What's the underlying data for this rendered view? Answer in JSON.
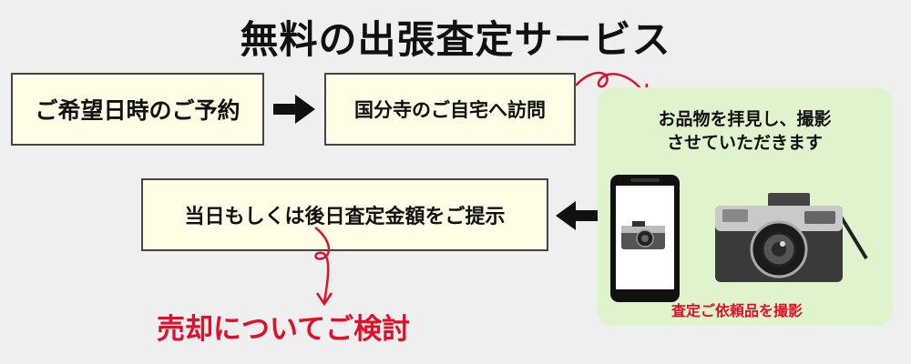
{
  "title": "無料の出張査定サービス",
  "steps": {
    "reserve": "ご希望日時のご予約",
    "visit": "国分寺のご自宅へ訪問",
    "photo_line1": "お品物を拝見し、撮影",
    "photo_line2": "させていただきます",
    "photo_caption": "査定ご依頼品を撮影",
    "present": "当日もしくは後日査定金額をご提示",
    "consider": "売却についてご検討"
  },
  "colors": {
    "background": "#efefef",
    "box_fill": "#fffde6",
    "green_panel": "#dff3cd",
    "accent_red": "#e0102a"
  },
  "icons": [
    "arrow-right-icon",
    "curved-arrow-icon",
    "arrow-left-icon",
    "smartphone-icon",
    "camera-icon"
  ]
}
